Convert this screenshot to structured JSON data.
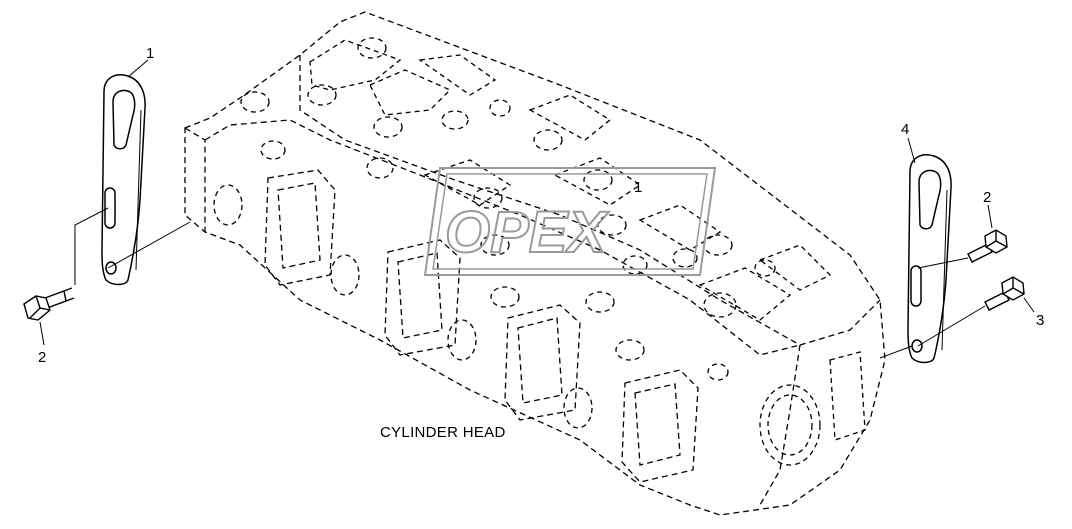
{
  "diagram": {
    "caption": "CYLINDER HEAD",
    "callouts": {
      "bracket_left": "1",
      "bolt_left": "2",
      "bracket_right": "4",
      "bolt_right_upper": "2",
      "bolt_right_lower": "3",
      "watermark_part_ref": "1"
    },
    "watermark_text": "OPEX"
  },
  "colors": {
    "line": "#000000",
    "watermark": "#9a9a9a",
    "background": "#ffffff"
  }
}
